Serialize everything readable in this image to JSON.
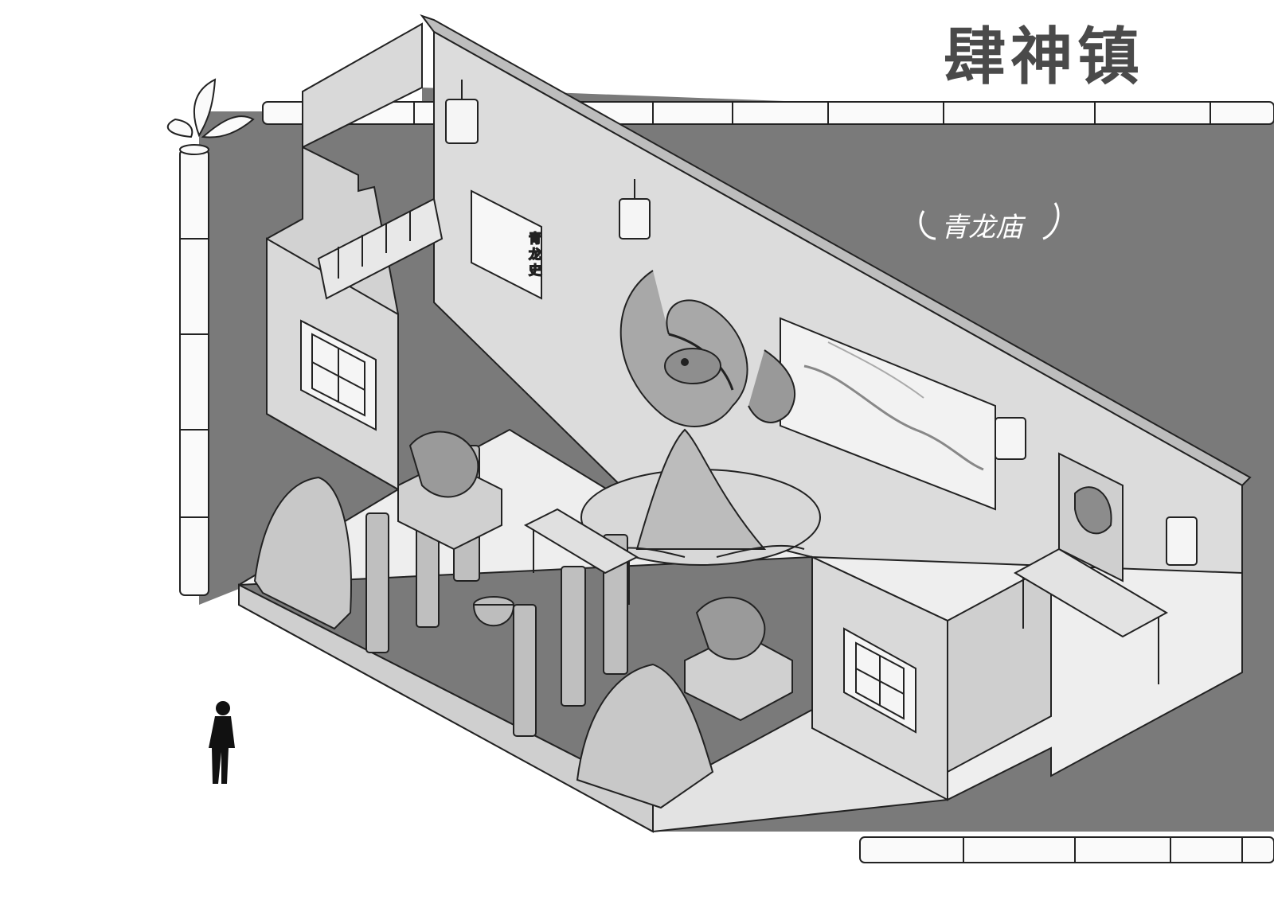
{
  "title": "肆神镇",
  "temple_sign": "青龙庙",
  "plaque_text": [
    "青",
    "龙",
    "史"
  ],
  "colors": {
    "background": "#ffffff",
    "backdrop": "#7a7a7a",
    "floor": "#eeeeee",
    "wall": "#d9d9d9",
    "wall_dark": "#bdbdbd",
    "ink": "#222222",
    "title": "#4a4a4a"
  },
  "icons": [
    "bamboo-icon",
    "dragon-icon",
    "tree-icon",
    "lantern-icon",
    "person-silhouette-icon",
    "rock-icon",
    "pillar-icon"
  ]
}
